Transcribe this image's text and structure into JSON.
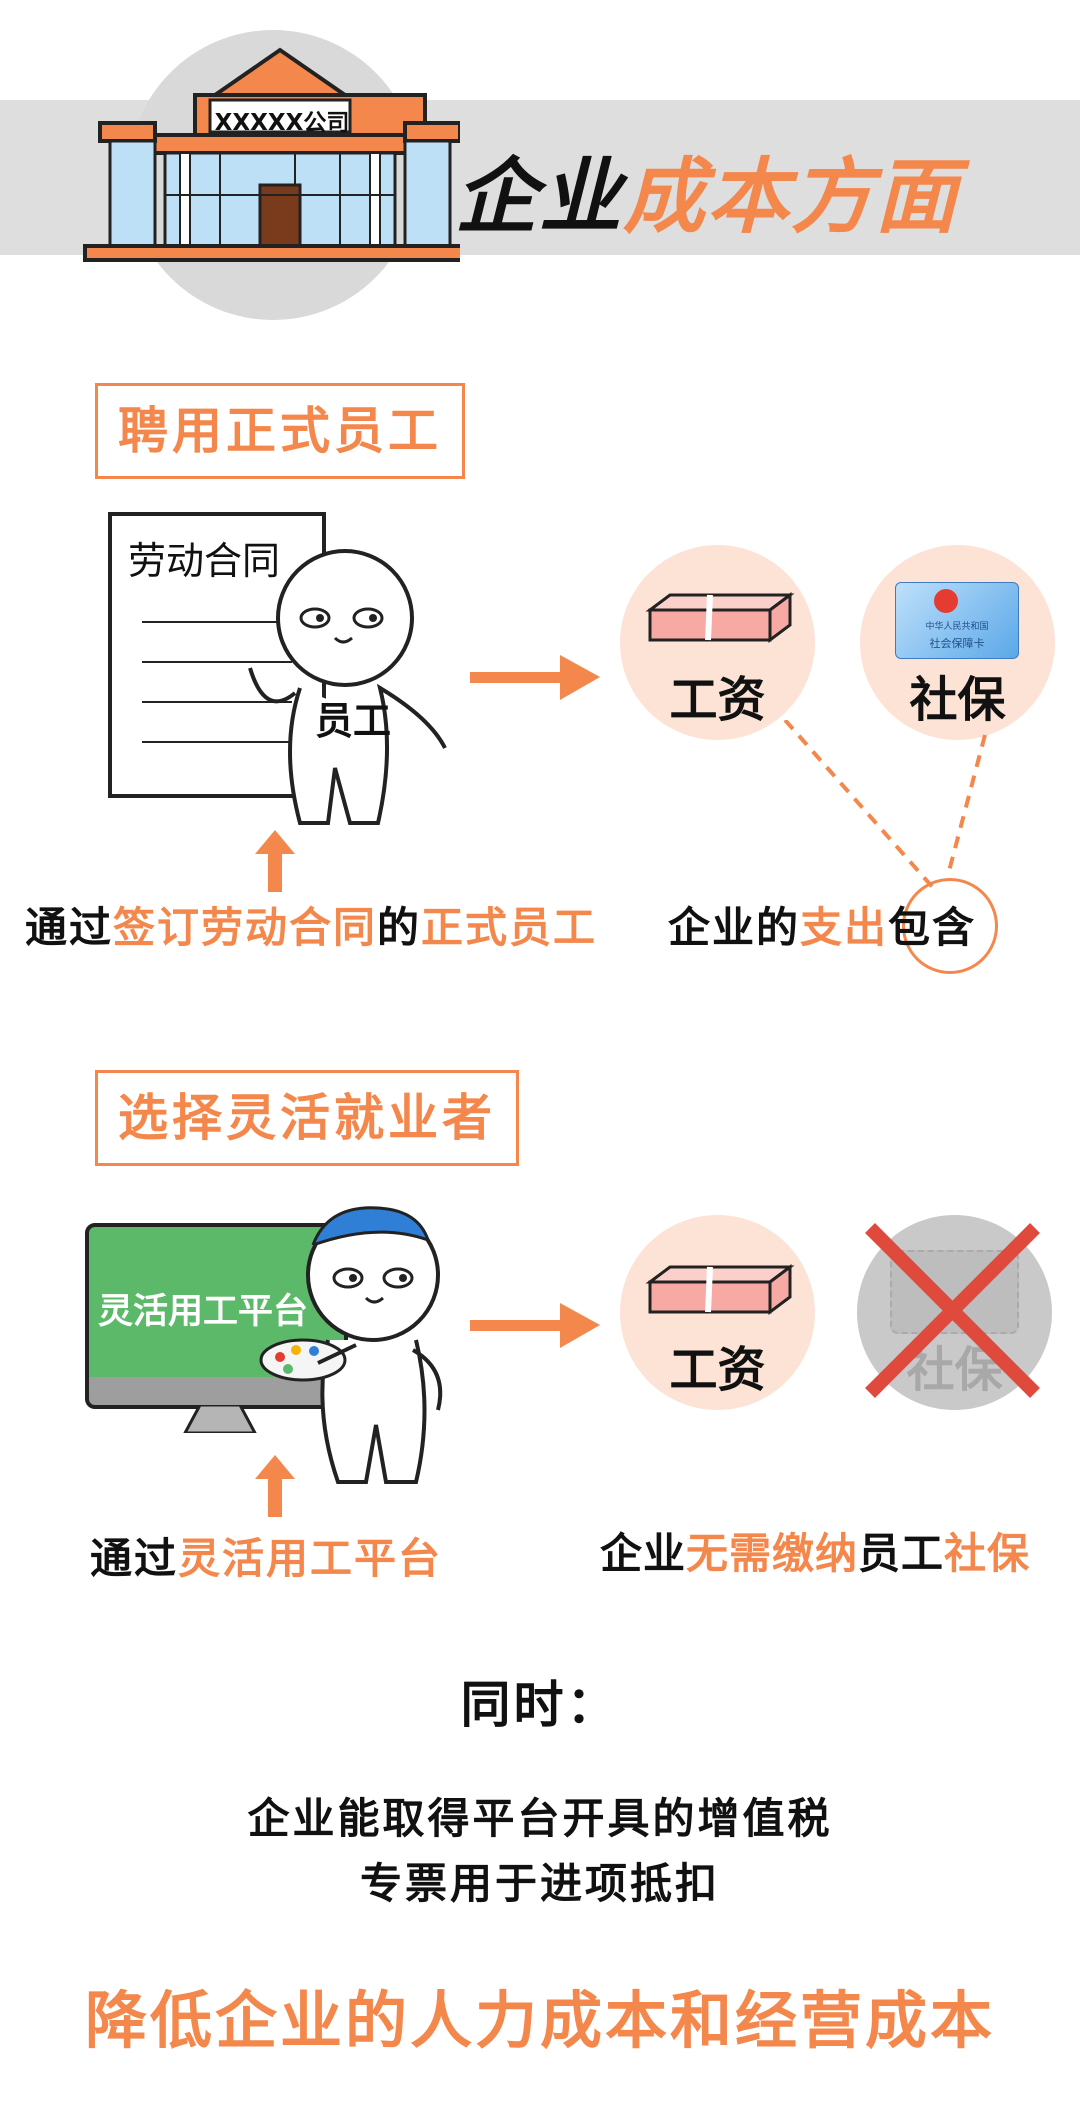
{
  "header": {
    "building_sign": "XXXXX公司",
    "title_part1": "企业",
    "title_part2": "成本方面"
  },
  "section1": {
    "heading": "聘用正式员工",
    "contract_title": "劳动合同",
    "character_label": "员工",
    "benefit1_label": "工资",
    "benefit2_label": "社保",
    "card_text_1": "中华人民共和国",
    "card_text_2": "社会保障卡",
    "caption_left": [
      "通过",
      "签订劳动合同",
      "的",
      "正式员工"
    ],
    "caption_right": [
      "企业的",
      "支出",
      "包含"
    ]
  },
  "section2": {
    "heading": "选择灵活就业者",
    "screen_label": "灵活用工平台",
    "benefit1_label": "工资",
    "benefit2_label_crossed": "社保",
    "caption_left": [
      "通过",
      "灵活用工平台"
    ],
    "caption_right": [
      "企业",
      "无需缴纳",
      "员工",
      "社保"
    ]
  },
  "footer": {
    "meanwhile": "同时：",
    "line1": "企业能取得平台开具的增值税",
    "line2": "专票用于进项抵扣",
    "conclusion": "降低企业的人力成本和经营成本"
  },
  "colors": {
    "accent": "#f4874b",
    "bubble": "#fde3d6",
    "band": "#dedede",
    "screen": "#5db96a",
    "cross": "#e04a3c"
  },
  "icons": [
    "building-icon",
    "contract-document-icon",
    "employee-character-icon",
    "worker-character-icon",
    "banknote-stack-icon",
    "social-security-card-icon",
    "monitor-icon",
    "palette-icon",
    "arrow-right-icon",
    "arrow-up-icon",
    "cross-icon"
  ]
}
